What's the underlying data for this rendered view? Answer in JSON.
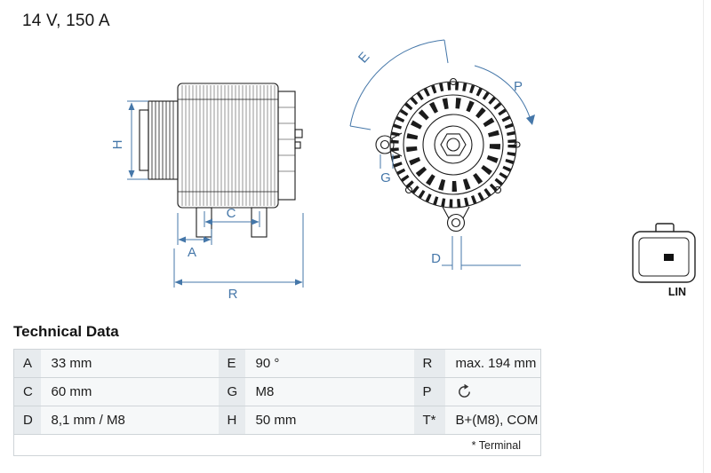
{
  "header": {
    "spec": "14 V, 150 A"
  },
  "diagrams": {
    "side_view": {
      "dim_labels": {
        "H": "H",
        "A": "A",
        "C": "C",
        "R": "R"
      }
    },
    "front_view": {
      "dim_labels": {
        "E": "E",
        "G": "G",
        "P": "P",
        "D": "D"
      }
    },
    "connector": {
      "label": "LIN"
    }
  },
  "technical_data": {
    "title": "Technical Data",
    "rows": {
      "r1": {
        "k1": "A",
        "v1": "33 mm",
        "k2": "E",
        "v2": "90 °",
        "k3": "R",
        "v3": "max. 194 mm"
      },
      "r2": {
        "k1": "C",
        "v1": "60 mm",
        "k2": "G",
        "v2": "M8",
        "k3": "P",
        "v3_icon": "clockwise-rotation-icon"
      },
      "r3": {
        "k1": "D",
        "v1": "8,1 mm / M8",
        "k2": "H",
        "v2": "50 mm",
        "k3": "T*",
        "v3": "B+(M8), COM"
      }
    },
    "footnote": "* Terminal"
  },
  "colors": {
    "dimension_blue": "#4577a9",
    "line_black": "#1b1b1b"
  }
}
